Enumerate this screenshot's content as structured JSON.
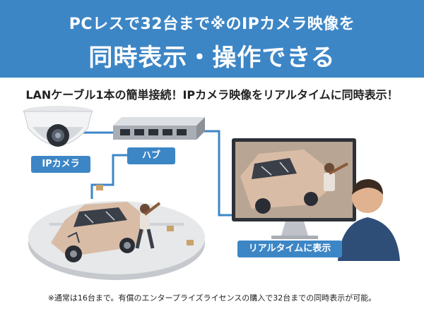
{
  "banner": {
    "line1": "PCレスで32台まで※のIPカメラ映像を",
    "line2": "同時表示・操作できる",
    "color": "#3d86c6"
  },
  "subtitle": "LANケーブル1本の簡単接続！IPカメラ映像をリアルタイムに同時表示！",
  "labels": {
    "ip_camera": "IPカメラ",
    "hub": "ハブ",
    "realtime": "リアルタイムに表示"
  },
  "footnote": "※通常は16台まで。有償のエンタープライズライセンスの購入で32台までの同時表示が可能。",
  "icons": [
    "dome-camera-icon",
    "network-hub-icon",
    "monitor-icon",
    "person-viewer-icon",
    "damaged-car-scene"
  ]
}
